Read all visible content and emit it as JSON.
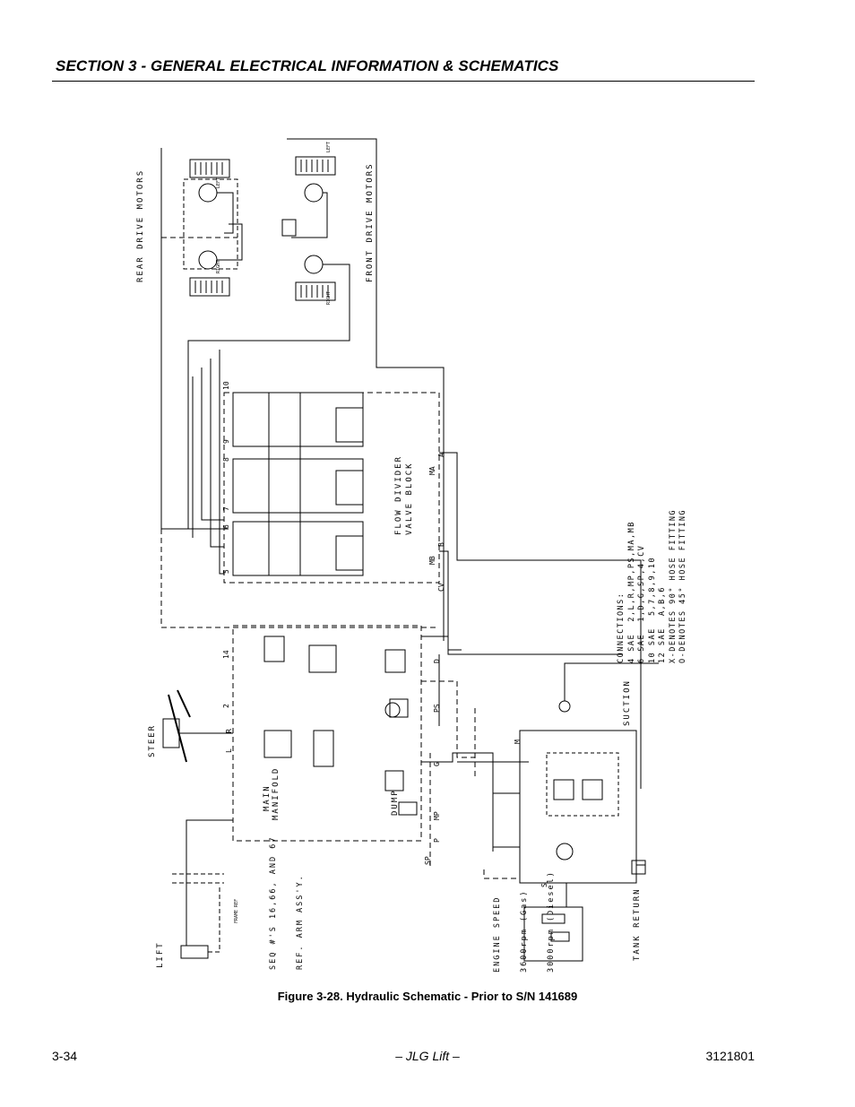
{
  "header": {
    "title": "SECTION 3 - GENERAL ELECTRICAL INFORMATION & SCHEMATICS"
  },
  "schematic": {
    "labels": {
      "rear_drive_motors": "REAR DRIVE MOTORS",
      "front_drive_motors": "FRONT DRIVE MOTORS",
      "flow_divider": "FLOW DIVIDER",
      "valve_block": "VALVE BLOCK",
      "steer": "STEER",
      "main": "MAIN",
      "manifold": "MANIFOLD",
      "dump": "DUMP",
      "suction": "SUCTION",
      "tank_return": "TANK RETURN",
      "lift": "LIFT",
      "left": "LEFT",
      "right": "RIGHT",
      "frame_ref": "FRAME REF"
    },
    "engine_speed": [
      "ENGINE SPEED",
      "3600rpm (Gas)",
      "3000rpm (Diesel)"
    ],
    "seq_note": [
      "SEQ #'S 16,66, AND 67",
      "REF. ARM ASS'Y."
    ],
    "connections": [
      "CONNECTIONS:",
      "4 SAE  2,L,R,MP,PS,MA,MB",
      "6 SAE  1,D,G,SP,4,CV",
      "10 SAE  5,7,8,9,10",
      "12 SAE  A,B,6",
      "X-DENOTES 90° HOSE FITTING",
      "O-DENOTES 45° HOSE FITTING"
    ],
    "port_labels": [
      "10",
      "9",
      "8",
      "7",
      "6",
      "5",
      "MA",
      "MB",
      "CV",
      "A",
      "B",
      "14",
      "2",
      "R",
      "L",
      "PS",
      "D",
      "G",
      "MP",
      "SP",
      "P",
      "M",
      "S"
    ]
  },
  "caption": "Figure 3-28.  Hydraulic Schematic - Prior to S/N 141689",
  "footer": {
    "page": "3-34",
    "center": "– JLG Lift –",
    "doc_number": "3121801"
  }
}
